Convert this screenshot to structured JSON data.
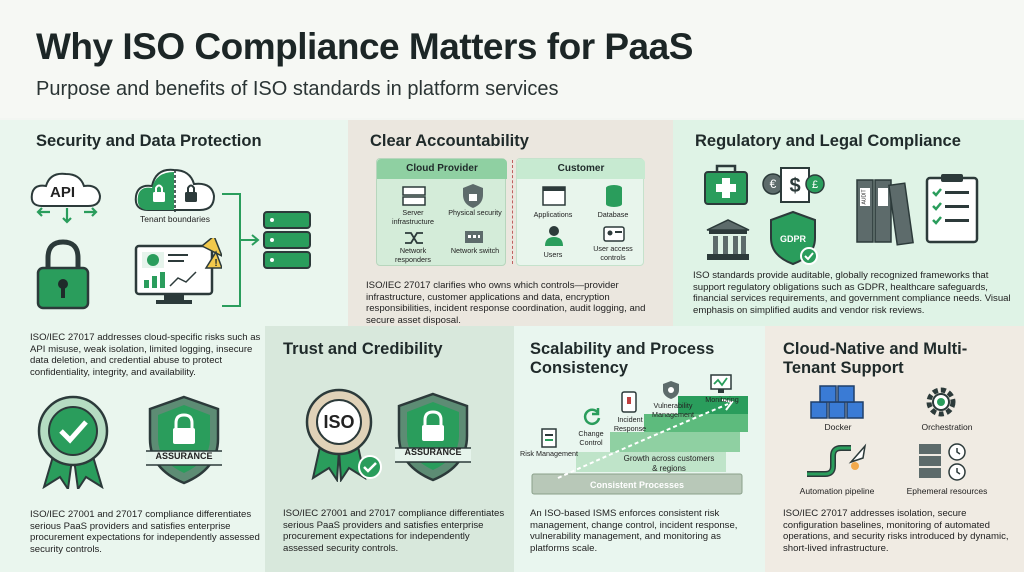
{
  "header": {
    "title": "Why ISO Compliance Matters for PaaS",
    "subtitle": "Purpose and benefits of ISO standards in platform services"
  },
  "security": {
    "title": "Security and Data Protection",
    "api_label": "API",
    "tenant_label": "Tenant boundaries",
    "text": "ISO/IEC 27017 addresses cloud-specific risks such as API misuse, weak isolation, limited logging, insecure data deletion, and credential abuse to protect confidentiality, integrity, and availability.",
    "assurance_badge": "ASSURANCE",
    "lower_text": "ISO/IEC 27001 and 27017 compliance differentiates serious PaaS providers and satisfies enterprise procurement expectations for independently assessed security controls."
  },
  "accountability": {
    "title": "Clear Accountability",
    "provider_header": "Cloud Provider",
    "customer_header": "Customer",
    "provider_items": [
      "Server infrastructure",
      "Physical security",
      "Network responders",
      "Network switch"
    ],
    "customer_items": [
      "Applications",
      "Database",
      "Users",
      "User access controls"
    ],
    "text": "ISO/IEC 27017 clarifies who owns which controls—provider infrastructure, customer applications and data, encryption responsibilities, incident response coordination, audit logging, and secure asset disposal."
  },
  "regulatory": {
    "title": "Regulatory and Legal Compliance",
    "gdpr_label": "GDPR",
    "audit_label": "AUDIT",
    "text": "ISO standards provide auditable, globally recognized frameworks that support regulatory obligations such as GDPR, healthcare safeguards, financial services requirements, and government compliance needs. Visual emphasis on simplified audits and vendor risk reviews."
  },
  "trust": {
    "title": "Trust and Credibility",
    "iso_label": "ISO",
    "assurance_badge": "ASSURANCE",
    "text": "ISO/IEC 27001 and 27017 compliance differentiates serious PaaS providers and satisfies enterprise procurement expectations for independently assessed security controls."
  },
  "scalability": {
    "title": "Scalability and Process Consistency",
    "steps": [
      "Risk Management",
      "Change Control",
      "Incident Response",
      "Vulnerability Management",
      "Monitoring"
    ],
    "growth_label": "Growth across customers & regions",
    "base_label": "Consistent Processes",
    "text": "An ISO-based ISMS enforces consistent risk management, change control, incident response, vulnerability management, and monitoring as platforms scale."
  },
  "cloud": {
    "title": "Cloud-Native and Multi-Tenant Support",
    "items": [
      "Docker",
      "Orchestration",
      "Automation pipeline",
      "Ephemeral resources"
    ],
    "text": "ISO/IEC 27017 addresses isolation, secure configuration baselines, monitoring of automated operations, and security risks introduced by dynamic, short-lived infrastructure."
  }
}
